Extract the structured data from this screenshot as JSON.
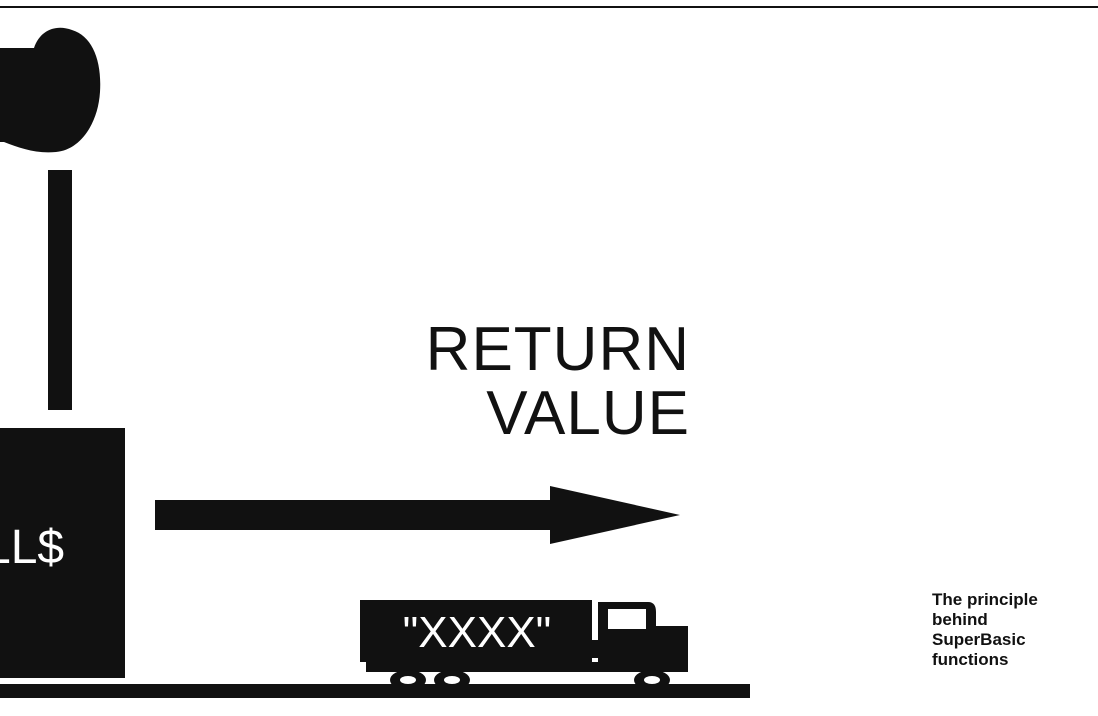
{
  "diagram": {
    "return_line1": "RETURN",
    "return_line2": "VALUE",
    "factory_label": "LL$",
    "cargo_label": "\"XXXX\"",
    "caption": "The principle behind SuperBasic functions"
  },
  "colors": {
    "ink": "#111111",
    "paper": "#ffffff"
  }
}
